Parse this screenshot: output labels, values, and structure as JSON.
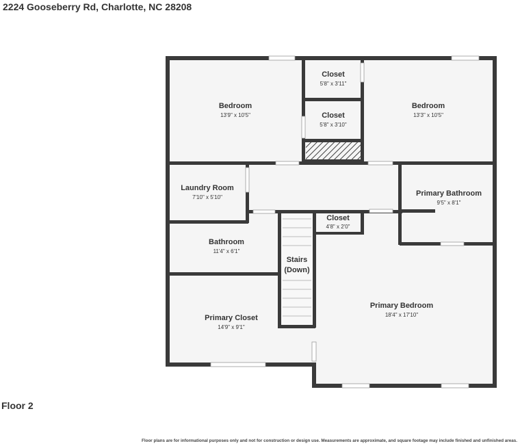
{
  "header": {
    "address": "2224 Gooseberry Rd, Charlotte, NC 28208"
  },
  "floor": {
    "label": "Floor 2"
  },
  "footer": {
    "disclaimer": "Floor plans are for informational purposes only and not for construction or design use. Measurements are approximate, and square footage may include finished and unfinished areas."
  },
  "rooms": {
    "bedroom_left": {
      "name": "Bedroom",
      "dims": "13'9\" x 10'5\""
    },
    "closet_top": {
      "name": "Closet",
      "dims": "5'8\" x 3'11\""
    },
    "closet_mid": {
      "name": "Closet",
      "dims": "5'8\" x 3'10\""
    },
    "bedroom_right": {
      "name": "Bedroom",
      "dims": "13'3\" x 10'5\""
    },
    "laundry": {
      "name": "Laundry Room",
      "dims": "7'10\" x 5'10\""
    },
    "primary_bath": {
      "name": "Primary Bathroom",
      "dims": "9'5\" x 8'1\""
    },
    "closet_small": {
      "name": "Closet",
      "dims": "4'8\" x 2'0\""
    },
    "bathroom": {
      "name": "Bathroom",
      "dims": "11'4\" x 6'1\""
    },
    "stairs": {
      "line1": "Stairs",
      "line2": "(Down)"
    },
    "primary_bedroom": {
      "name": "Primary Bedroom",
      "dims": "18'4\" x 17'10\""
    },
    "primary_closet": {
      "name": "Primary Closet",
      "dims": "14'9\" x 9'1\""
    }
  },
  "colors": {
    "wall": "#3a3a3a",
    "floor": "#f5f5f5",
    "text": "#333333"
  }
}
